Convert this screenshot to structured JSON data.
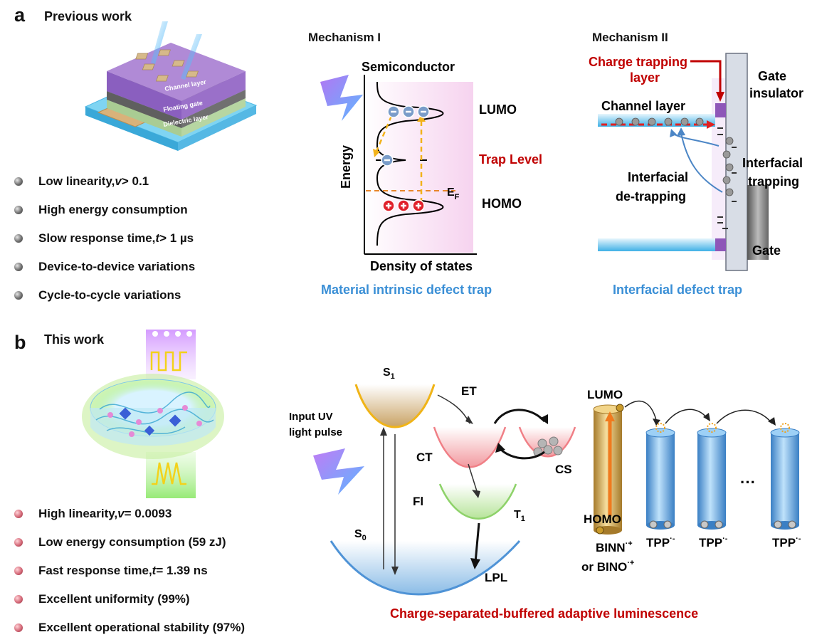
{
  "panel_a": {
    "letter": "a",
    "title": "Previous work",
    "device_layers": [
      "Channel layer",
      "Floating gate",
      "Dielectric layer"
    ],
    "bullets": [
      {
        "pre": "Low linearity, ",
        "var": "v",
        "post": " > 0.1"
      },
      {
        "pre": "High energy consumption",
        "var": "",
        "post": ""
      },
      {
        "pre": "Slow response time, ",
        "var": "t",
        "post": " > 1 µs"
      },
      {
        "pre": "Device-to-device variations",
        "var": "",
        "post": ""
      },
      {
        "pre": "Cycle-to-cycle variations",
        "var": "",
        "post": ""
      }
    ],
    "mech1": {
      "title": "Mechanism I",
      "semiconductor": "Semiconductor",
      "lumo": "LUMO",
      "trap": "Trap Level",
      "homo": "HOMO",
      "ef": "E",
      "ef_sub": "F",
      "y_axis": "Energy",
      "x_axis": "Density of states",
      "caption": "Material intrinsic defect trap"
    },
    "mech2": {
      "title": "Mechanism II",
      "charge_trapping_1": "Charge trapping",
      "charge_trapping_2": "layer",
      "gate_insulator_1": "Gate",
      "gate_insulator_2": "insulator",
      "channel": "Channel layer",
      "interfacial_trapping_1": "Interfacial",
      "interfacial_trapping_2": "trapping",
      "interfacial_detrapping_1": "Interfacial",
      "interfacial_detrapping_2": "de-trapping",
      "gate": "Gate",
      "caption": "Interfacial defect trap"
    }
  },
  "panel_b": {
    "letter": "b",
    "title": "This work",
    "bullets": [
      {
        "pre": "High linearity, ",
        "var": "v",
        "post": " = 0.0093"
      },
      {
        "pre": "Low energy consumption (59 zJ)",
        "var": "",
        "post": ""
      },
      {
        "pre": "Fast response time, ",
        "var": "t",
        "post": " = 1.39 ns"
      },
      {
        "pre": "Excellent  uniformity (99%)",
        "var": "",
        "post": ""
      },
      {
        "pre": "Excellent operational stability (97%)",
        "var": "",
        "post": ""
      }
    ],
    "scheme": {
      "input_1": "Input UV",
      "input_2": "light pulse",
      "s1": "S",
      "s1_sub": "1",
      "s0": "S",
      "s0_sub": "0",
      "et": "ET",
      "ct": "CT",
      "cs": "CS",
      "fl": "Fl",
      "t1": "T",
      "t1_sub": "1",
      "lpl": "LPL",
      "lumo": "LUMO",
      "homo": "HOMO",
      "binn": "BINN",
      "bino": "or BINO",
      "radical_cation": "·+",
      "tpp": "TPP",
      "radical_anion": "·-",
      "ellipsis": "···",
      "caption": "Charge-separated-buffered adaptive luminescence"
    }
  }
}
